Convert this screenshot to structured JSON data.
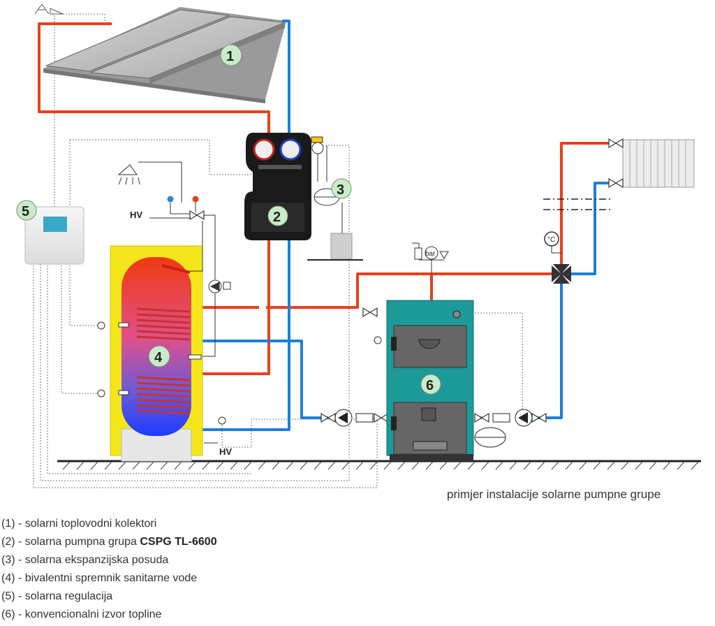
{
  "badges": {
    "collectors": "1",
    "pump_group": "2",
    "expansion": "3",
    "tank": "4",
    "controller": "5",
    "boiler": "6"
  },
  "labels": {
    "hv_top": "HV",
    "hv_bottom": "HV",
    "bar": "bar",
    "temp": "°C"
  },
  "caption": "primjer instalacije solarne pumpne grupe",
  "legend": [
    {
      "num": "(1)",
      "sep": " - ",
      "text": "solarni toplovodni kolektori",
      "bold": ""
    },
    {
      "num": "(2)",
      "sep": " - ",
      "text": "solarna pumpna grupa ",
      "bold": "CSPG TL-6600"
    },
    {
      "num": "(3)",
      "sep": " - ",
      "text": "solarna ekspanzijska posuda",
      "bold": ""
    },
    {
      "num": "(4)",
      "sep": " - ",
      "text": "bivalentni spremnik sanitarne vode",
      "bold": ""
    },
    {
      "num": "(5)",
      "sep": " - ",
      "text": "solarna regulacija",
      "bold": ""
    },
    {
      "num": "(6)",
      "sep": " - ",
      "text": "konvencionalni izvor topline",
      "bold": ""
    }
  ],
  "colors": {
    "hot_pipe": "#e8401c",
    "cold_pipe": "#1e7fd8",
    "boiler": "#1c9a9a",
    "insulation": "#f5e61c",
    "badge_fill": "#c8ecc8"
  }
}
